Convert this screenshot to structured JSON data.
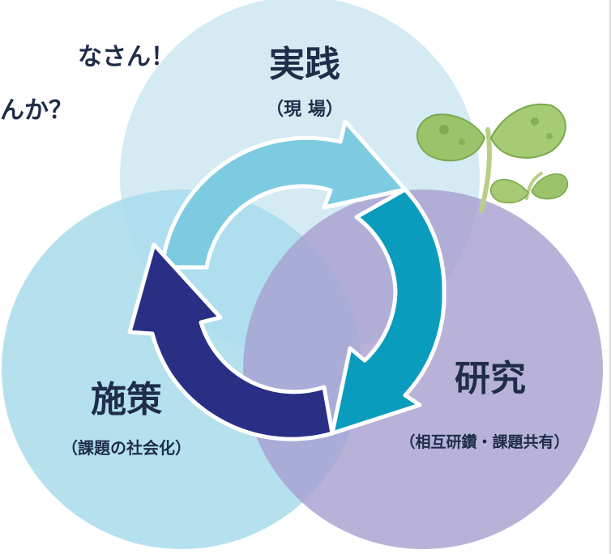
{
  "header": {
    "line1": "なさん！",
    "line2": "んか？"
  },
  "circles": [
    {
      "title": "実践",
      "subtitle": "（現 場）",
      "color": "#cfe9f2"
    },
    {
      "title": "施策",
      "subtitle": "（課題の社会化）",
      "color": "#b3dfec"
    },
    {
      "title": "研究",
      "subtitle": "（相互研鑽・課題共有）",
      "color": "#b0aad5"
    }
  ],
  "colors": {
    "text": "#1f2d4a",
    "arrow_light": "#7dcbe0",
    "arrow_teal": "#0a9cbd",
    "arrow_navy": "#2a2f86",
    "sprout_leaf": "#9bc46a",
    "sprout_stem": "#b9cf88"
  },
  "decorations": [
    "cycle-arrows",
    "sprout-illustration"
  ]
}
